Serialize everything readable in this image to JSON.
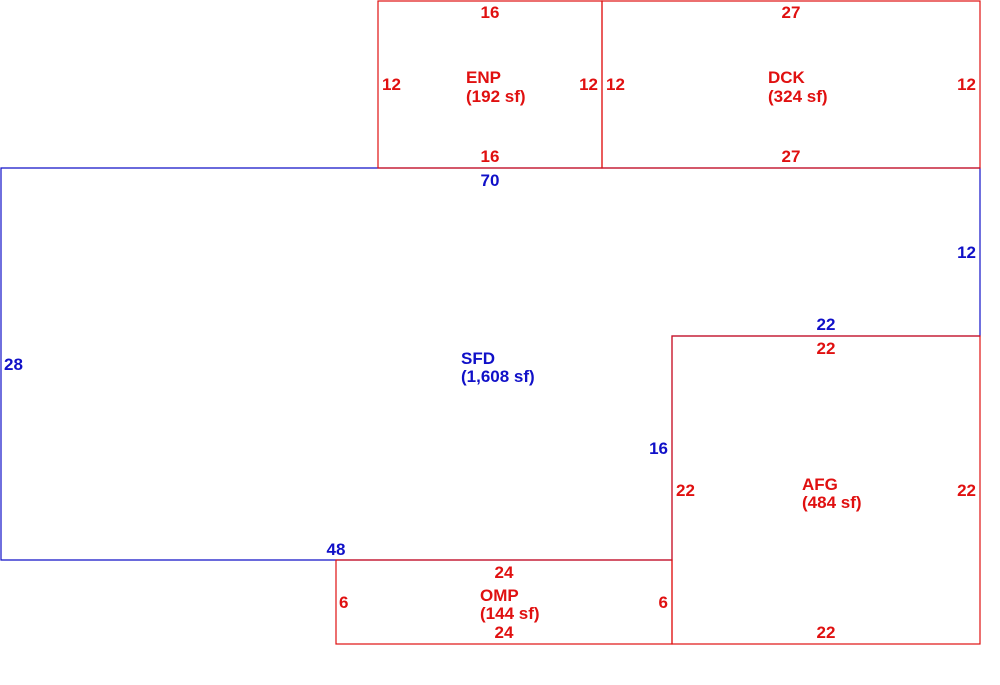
{
  "colors": {
    "main": "#1010c8",
    "addition": "#e01010"
  },
  "areas": {
    "enp": {
      "code": "ENP",
      "area": "(192 sf)",
      "top": "16",
      "bottom": "16",
      "left": "12",
      "right": "12"
    },
    "dck": {
      "code": "DCK",
      "area": "(324 sf)",
      "top": "27",
      "bottom": "27",
      "left": "12",
      "right": "12"
    },
    "sfd": {
      "code": "SFD",
      "area": "(1,608 sf)",
      "top": "70",
      "left": "28",
      "right": "12",
      "step_top": "22",
      "step_side": "16",
      "bottom": "48"
    },
    "afg": {
      "code": "AFG",
      "area": "(484 sf)",
      "top": "22",
      "bottom": "22",
      "left": "22",
      "right": "22"
    },
    "omp": {
      "code": "OMP",
      "area": "(144 sf)",
      "top": "24",
      "bottom": "24",
      "left": "6",
      "right": "6"
    }
  }
}
